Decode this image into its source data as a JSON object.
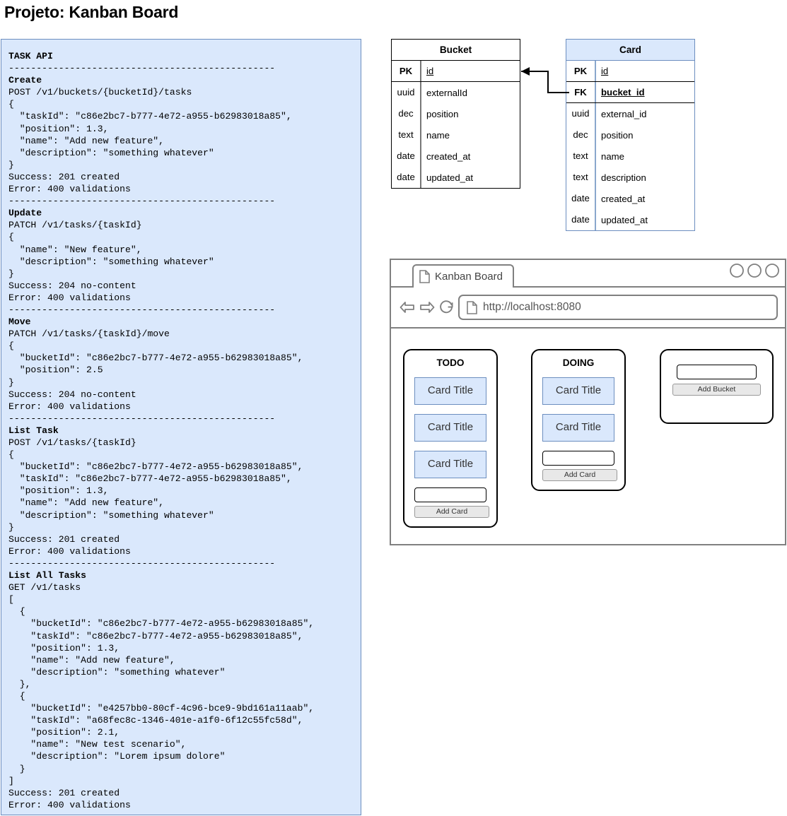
{
  "page": {
    "title": "Projeto: Kanban Board"
  },
  "api_panel": {
    "name": "task-api-spec",
    "lines": [
      {
        "text": "TASK API",
        "bold": true
      },
      {
        "text": "------------------------------------------------",
        "bold": false
      },
      {
        "text": "Create",
        "bold": true
      },
      {
        "text": "POST /v1/buckets/{bucketId}/tasks",
        "bold": false
      },
      {
        "text": "{",
        "bold": false
      },
      {
        "text": "  \"taskId\": \"c86e2bc7-b777-4e72-a955-b62983018a85\",",
        "bold": false
      },
      {
        "text": "  \"position\": 1.3,",
        "bold": false
      },
      {
        "text": "  \"name\": \"Add new feature\",",
        "bold": false
      },
      {
        "text": "  \"description\": \"something whatever\"",
        "bold": false
      },
      {
        "text": "}",
        "bold": false
      },
      {
        "text": "Success: 201 created",
        "bold": false
      },
      {
        "text": "Error: 400 validations",
        "bold": false
      },
      {
        "text": "------------------------------------------------",
        "bold": false
      },
      {
        "text": "Update",
        "bold": true
      },
      {
        "text": "PATCH /v1/tasks/{taskId}",
        "bold": false
      },
      {
        "text": "{",
        "bold": false
      },
      {
        "text": "  \"name\": \"New feature\",",
        "bold": false
      },
      {
        "text": "  \"description\": \"something whatever\"",
        "bold": false
      },
      {
        "text": "}",
        "bold": false
      },
      {
        "text": "Success: 204 no-content",
        "bold": false
      },
      {
        "text": "Error: 400 validations",
        "bold": false
      },
      {
        "text": "------------------------------------------------",
        "bold": false
      },
      {
        "text": "Move",
        "bold": true
      },
      {
        "text": "PATCH /v1/tasks/{taskId}/move",
        "bold": false
      },
      {
        "text": "{",
        "bold": false
      },
      {
        "text": "  \"bucketId\": \"c86e2bc7-b777-4e72-a955-b62983018a85\",",
        "bold": false
      },
      {
        "text": "  \"position\": 2.5",
        "bold": false
      },
      {
        "text": "}",
        "bold": false
      },
      {
        "text": "Success: 204 no-content",
        "bold": false
      },
      {
        "text": "Error: 400 validations",
        "bold": false
      },
      {
        "text": "------------------------------------------------",
        "bold": false
      },
      {
        "text": "List Task",
        "bold": true
      },
      {
        "text": "POST /v1/tasks/{taskId}",
        "bold": false
      },
      {
        "text": "{",
        "bold": false
      },
      {
        "text": "  \"bucketId\": \"c86e2bc7-b777-4e72-a955-b62983018a85\",",
        "bold": false
      },
      {
        "text": "  \"taskId\": \"c86e2bc7-b777-4e72-a955-b62983018a85\",",
        "bold": false
      },
      {
        "text": "  \"position\": 1.3,",
        "bold": false
      },
      {
        "text": "  \"name\": \"Add new feature\",",
        "bold": false
      },
      {
        "text": "  \"description\": \"something whatever\"",
        "bold": false
      },
      {
        "text": "}",
        "bold": false
      },
      {
        "text": "Success: 201 created",
        "bold": false
      },
      {
        "text": "Error: 400 validations",
        "bold": false
      },
      {
        "text": "------------------------------------------------",
        "bold": false
      },
      {
        "text": "List All Tasks",
        "bold": true
      },
      {
        "text": "GET /v1/tasks",
        "bold": false
      },
      {
        "text": "[",
        "bold": false
      },
      {
        "text": "  {",
        "bold": false
      },
      {
        "text": "    \"bucketId\": \"c86e2bc7-b777-4e72-a955-b62983018a85\",",
        "bold": false
      },
      {
        "text": "    \"taskId\": \"c86e2bc7-b777-4e72-a955-b62983018a85\",",
        "bold": false
      },
      {
        "text": "    \"position\": 1.3,",
        "bold": false
      },
      {
        "text": "    \"name\": \"Add new feature\",",
        "bold": false
      },
      {
        "text": "    \"description\": \"something whatever\"",
        "bold": false
      },
      {
        "text": "  },",
        "bold": false
      },
      {
        "text": "  {",
        "bold": false
      },
      {
        "text": "    \"bucketId\": \"e4257bb0-80cf-4c96-bce9-9bd161a11aab\",",
        "bold": false
      },
      {
        "text": "    \"taskId\": \"a68fec8c-1346-401e-a1f0-6f12c55fc58d\",",
        "bold": false
      },
      {
        "text": "    \"position\": 2.1,",
        "bold": false
      },
      {
        "text": "    \"name\": \"New test scenario\",",
        "bold": false
      },
      {
        "text": "    \"description\": \"Lorem ipsum dolore\"",
        "bold": false
      },
      {
        "text": "  }",
        "bold": false
      },
      {
        "text": "]",
        "bold": false
      },
      {
        "text": "Success: 201 created",
        "bold": false
      },
      {
        "text": "Error: 400 validations",
        "bold": false
      }
    ]
  },
  "er_diagram": {
    "tables": [
      {
        "name": "Bucket",
        "accent": "#000000",
        "header_fill": "#ffffff",
        "rows": [
          {
            "type": "PK",
            "field": "id",
            "key": true,
            "fk": false
          },
          {
            "type": "uuid",
            "field": "externalId",
            "key": false,
            "fk": false
          },
          {
            "type": "dec",
            "field": "position",
            "key": false,
            "fk": false
          },
          {
            "type": "text",
            "field": "name",
            "key": false,
            "fk": false
          },
          {
            "type": "date",
            "field": "created_at",
            "key": false,
            "fk": false
          },
          {
            "type": "date",
            "field": "updated_at",
            "key": false,
            "fk": false
          }
        ]
      },
      {
        "name": "Card",
        "accent": "#6c8ebf",
        "header_fill": "#dae8fc",
        "rows": [
          {
            "type": "PK",
            "field": "id",
            "key": true,
            "fk": false
          },
          {
            "type": "FK",
            "field": "bucket_id",
            "key": true,
            "fk": true
          },
          {
            "type": "uuid",
            "field": "external_id",
            "key": false,
            "fk": false
          },
          {
            "type": "dec",
            "field": "position",
            "key": false,
            "fk": false
          },
          {
            "type": "text",
            "field": "name",
            "key": false,
            "fk": false
          },
          {
            "type": "text",
            "field": "description",
            "key": false,
            "fk": false
          },
          {
            "type": "date",
            "field": "created_at",
            "key": false,
            "fk": false
          },
          {
            "type": "date",
            "field": "updated_at",
            "key": false,
            "fk": false
          }
        ]
      }
    ],
    "relationship": "card-bucket_id-to-bucket-id"
  },
  "browser": {
    "tab_label": "Kanban Board",
    "url": "http://localhost:8080",
    "window_controls": [
      "minimize",
      "maximize",
      "close"
    ],
    "nav": {
      "back": "back-arrow",
      "forward": "forward-arrow",
      "reload": "reload"
    }
  },
  "kanban": {
    "columns": [
      {
        "title": "TODO",
        "cards": [
          {
            "title": "Card Title"
          },
          {
            "title": "Card Title"
          },
          {
            "title": "Card Title"
          }
        ],
        "input_value": "",
        "button_label": "Add Card"
      },
      {
        "title": "DOING",
        "cards": [
          {
            "title": "Card Title"
          },
          {
            "title": "Card Title"
          }
        ],
        "input_value": "",
        "button_label": "Add Card"
      }
    ],
    "add_bucket": {
      "input_value": "",
      "button_label": "Add Bucket"
    }
  },
  "colors": {
    "accent_blue": "#6c8ebf",
    "fill_blue": "#dae8fc",
    "frame_gray": "#808080",
    "button_gray": "#e8e8e8"
  }
}
